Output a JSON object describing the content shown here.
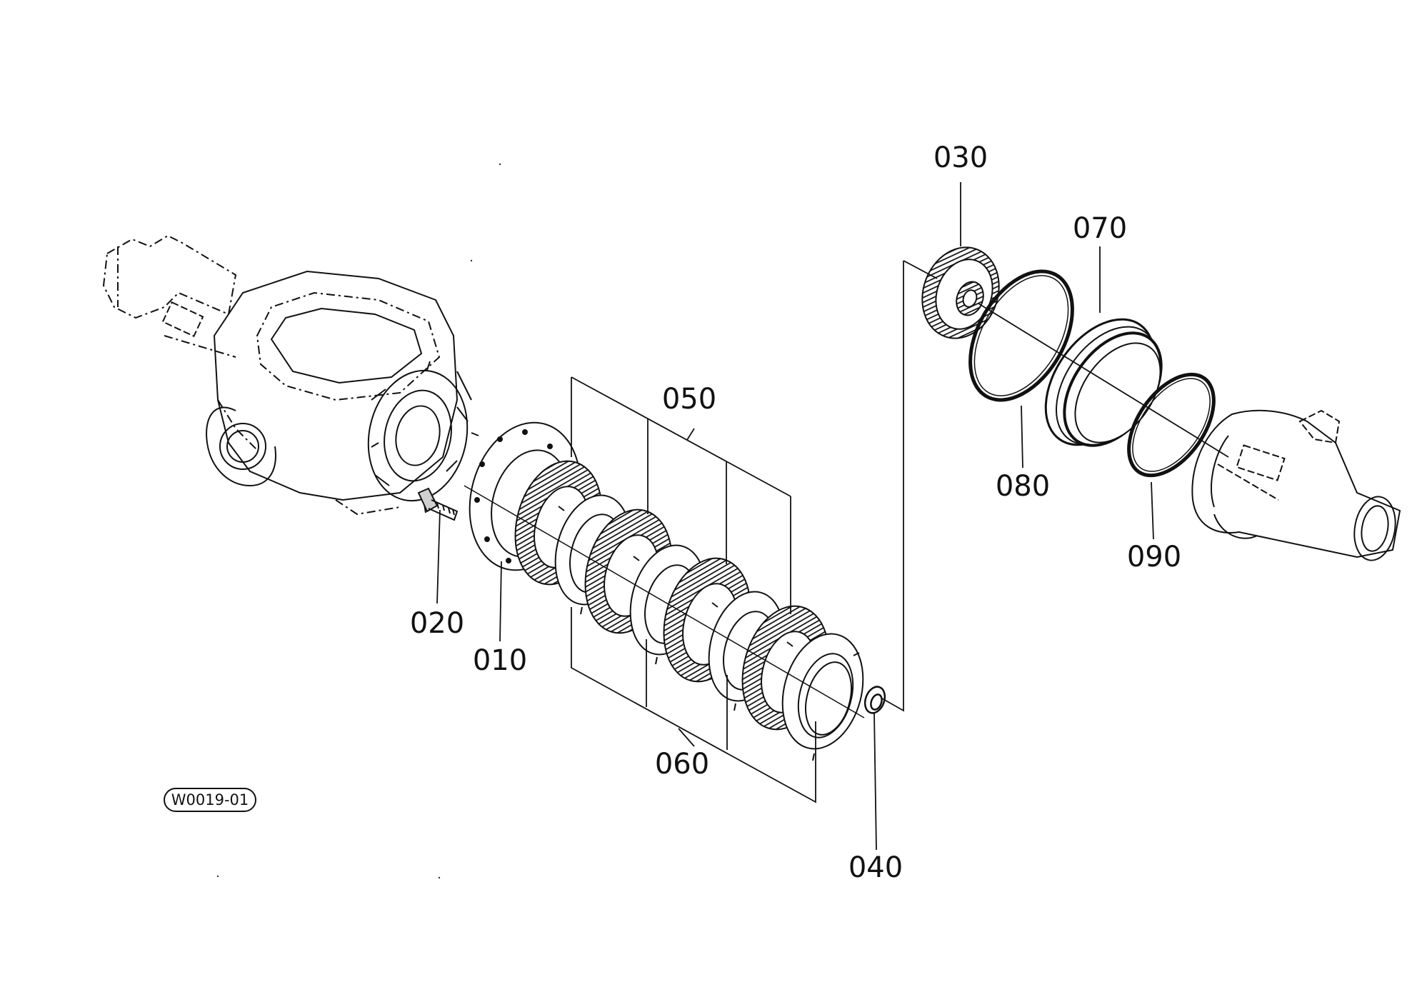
{
  "figure_id": "W0019-01",
  "callouts": {
    "p010": "010",
    "p020": "020",
    "p030": "030",
    "p040": "040",
    "p050": "050",
    "p060": "060",
    "p070": "070",
    "p080": "080",
    "p090": "090"
  },
  "colors": {
    "ink": "#111111",
    "background": "#ffffff"
  }
}
